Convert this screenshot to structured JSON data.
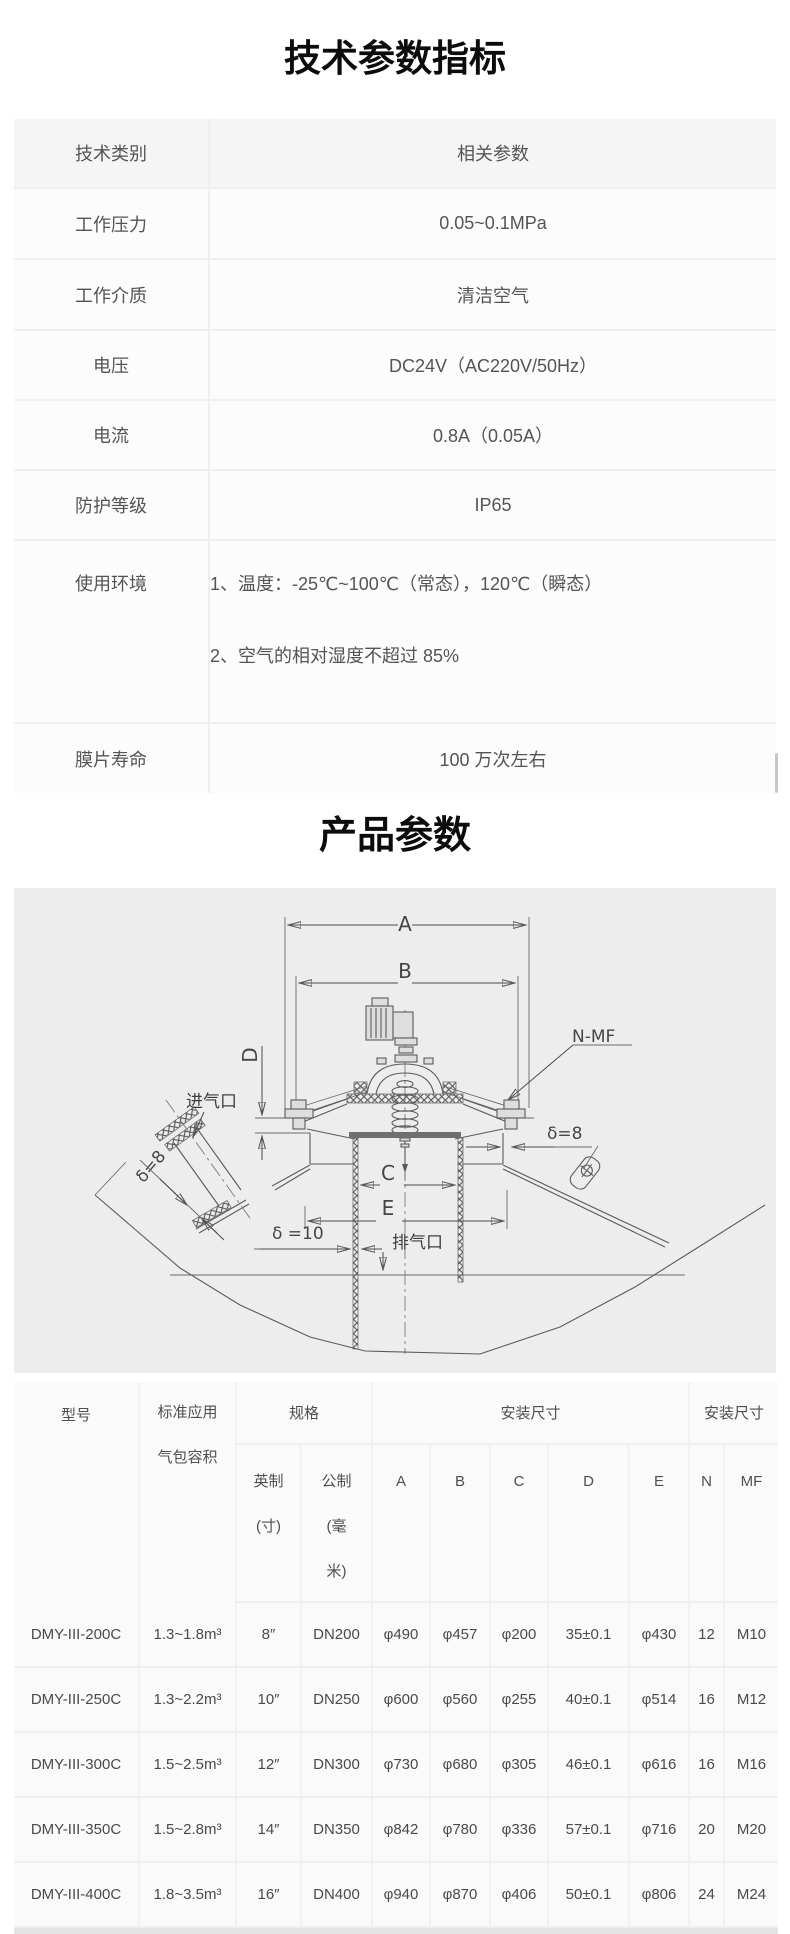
{
  "section1": {
    "title": "技术参数指标"
  },
  "table1": {
    "rows": [
      {
        "label": "技术类别",
        "value": "相关参数"
      },
      {
        "label": "工作压力",
        "value": "0.05~0.1MPa"
      },
      {
        "label": "工作介质",
        "value": "清洁空气"
      },
      {
        "label": "电压",
        "value": "DC24V（AC220V/50Hz）"
      },
      {
        "label": "电流",
        "value": "0.8A（0.05A）"
      },
      {
        "label": "防护等级",
        "value": "IP65"
      },
      {
        "label": "使用环境",
        "line1": "1、温度：-25℃~100℃（常态），120℃（瞬态）",
        "line2": "2、空气的相对湿度不超过 85%"
      },
      {
        "label": "膜片寿命",
        "value": "100 万次左右"
      }
    ]
  },
  "section2": {
    "title": "产品参数"
  },
  "diagram": {
    "labels": {
      "dim_a": "A",
      "dim_b": "B",
      "dim_c": "C",
      "dim_d": "D",
      "dim_e": "E",
      "n_mf": "N-MF",
      "inlet": "进气口",
      "outlet": "排气口",
      "delta8_left": "δ=8",
      "delta8_right": "δ=8",
      "delta10": "δ =10"
    }
  },
  "table2": {
    "header_row1": {
      "model": "型号",
      "application": "标准应用\n气包容积",
      "spec": "规格",
      "install_a": "安装尺寸",
      "install_b": "安装尺寸"
    },
    "header_row2": {
      "imperial": "英制\n(寸)",
      "metric": "公制\n(毫\n米)",
      "a": "A",
      "b": "B",
      "c": "C",
      "d": "D",
      "e": "E",
      "n": "N",
      "mf": "MF"
    },
    "rows": [
      {
        "cells": [
          "DMY-III-200C",
          "1.3~1.8m³",
          "8″",
          "DN200",
          "φ490",
          "φ457",
          "φ200",
          "35±0.1",
          "φ430",
          "12",
          "M10"
        ]
      },
      {
        "cells": [
          "DMY-III-250C",
          "1.3~2.2m³",
          "10″",
          "DN250",
          "φ600",
          "φ560",
          "φ255",
          "40±0.1",
          "φ514",
          "16",
          "M12"
        ]
      },
      {
        "cells": [
          "DMY-III-300C",
          "1.5~2.5m³",
          "12″",
          "DN300",
          "φ730",
          "φ680",
          "φ305",
          "46±0.1",
          "φ616",
          "16",
          "M16"
        ]
      },
      {
        "cells": [
          "DMY-III-350C",
          "1.5~2.8m³",
          "14″",
          "DN350",
          "φ842",
          "φ780",
          "φ336",
          "57±0.1",
          "φ716",
          "20",
          "M20"
        ]
      },
      {
        "cells": [
          "DMY-III-400C",
          "1.8~3.5m³",
          "16″",
          "DN400",
          "φ940",
          "φ870",
          "φ406",
          "50±0.1",
          "φ806",
          "24",
          "M24"
        ]
      }
    ]
  }
}
